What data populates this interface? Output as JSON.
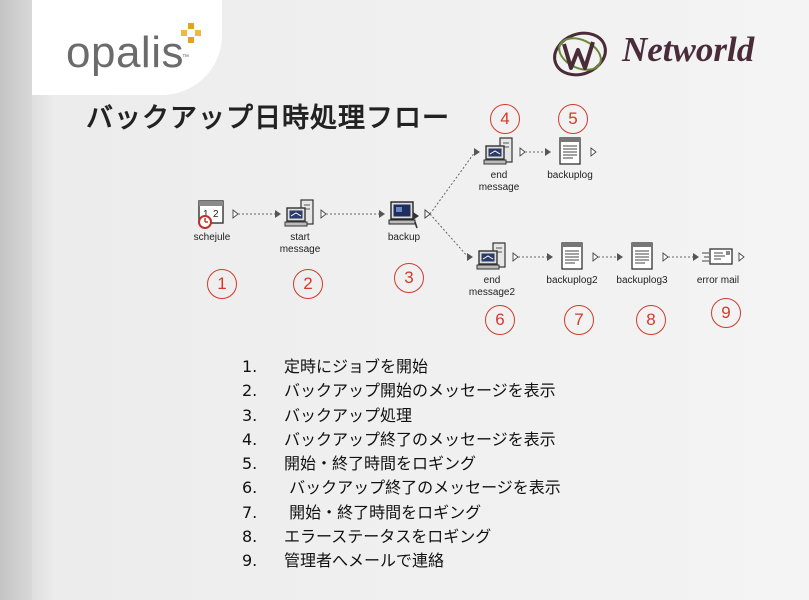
{
  "logos": {
    "opalis": "opalis",
    "opalis_tm": "™",
    "networld": "Networld"
  },
  "title": "バックアップ日時処理フロー",
  "workflow": {
    "nodes": [
      {
        "id": "schejule",
        "label": "schejule",
        "icon": "schedule-icon",
        "badge": "1"
      },
      {
        "id": "start",
        "label": "start\nmessage",
        "icon": "computer-message-icon",
        "badge": "2"
      },
      {
        "id": "backup",
        "label": "backup",
        "icon": "backup-computer-icon",
        "badge": "3"
      },
      {
        "id": "end",
        "label": "end\nmessage",
        "icon": "computer-message-icon",
        "badge": "4"
      },
      {
        "id": "backuplog",
        "label": "backuplog",
        "icon": "log-document-icon",
        "badge": "5"
      },
      {
        "id": "end2",
        "label": "end\nmessage2",
        "icon": "computer-message-icon",
        "badge": "6"
      },
      {
        "id": "backuplog2",
        "label": "backuplog2",
        "icon": "log-document-icon",
        "badge": "7"
      },
      {
        "id": "backuplog3",
        "label": "backuplog3",
        "icon": "log-document-icon",
        "badge": "8"
      },
      {
        "id": "errormail",
        "label": "error mail",
        "icon": "mail-icon",
        "badge": "9"
      }
    ],
    "links": [
      [
        "schejule",
        "start"
      ],
      [
        "start",
        "backup"
      ],
      [
        "backup",
        "end"
      ],
      [
        "end",
        "backuplog"
      ],
      [
        "backup",
        "end2"
      ],
      [
        "end2",
        "backuplog2"
      ],
      [
        "backuplog2",
        "backuplog3"
      ],
      [
        "backuplog3",
        "errormail"
      ]
    ]
  },
  "steps": [
    {
      "num": "1.",
      "text": "定時にジョブを開始"
    },
    {
      "num": "2.",
      "text": "バックアップ開始のメッセージを表示"
    },
    {
      "num": "3.",
      "text": "バックアップ処理"
    },
    {
      "num": "4.",
      "text": "バックアップ終了のメッセージを表示"
    },
    {
      "num": "5.",
      "text": "開始・終了時間をロギング"
    },
    {
      "num": "6.",
      "text": " バックアップ終了のメッセージを表示"
    },
    {
      "num": "7.",
      "text": " 開始・終了時間をロギング"
    },
    {
      "num": "8.",
      "text": "エラーステータスをロギング"
    },
    {
      "num": "9.",
      "text": "管理者へメールで連絡"
    }
  ],
  "colors": {
    "badge": "#d23a2a",
    "title": "#222222",
    "networld": "#4a2c38",
    "opalis_plus": "#e8a020"
  }
}
